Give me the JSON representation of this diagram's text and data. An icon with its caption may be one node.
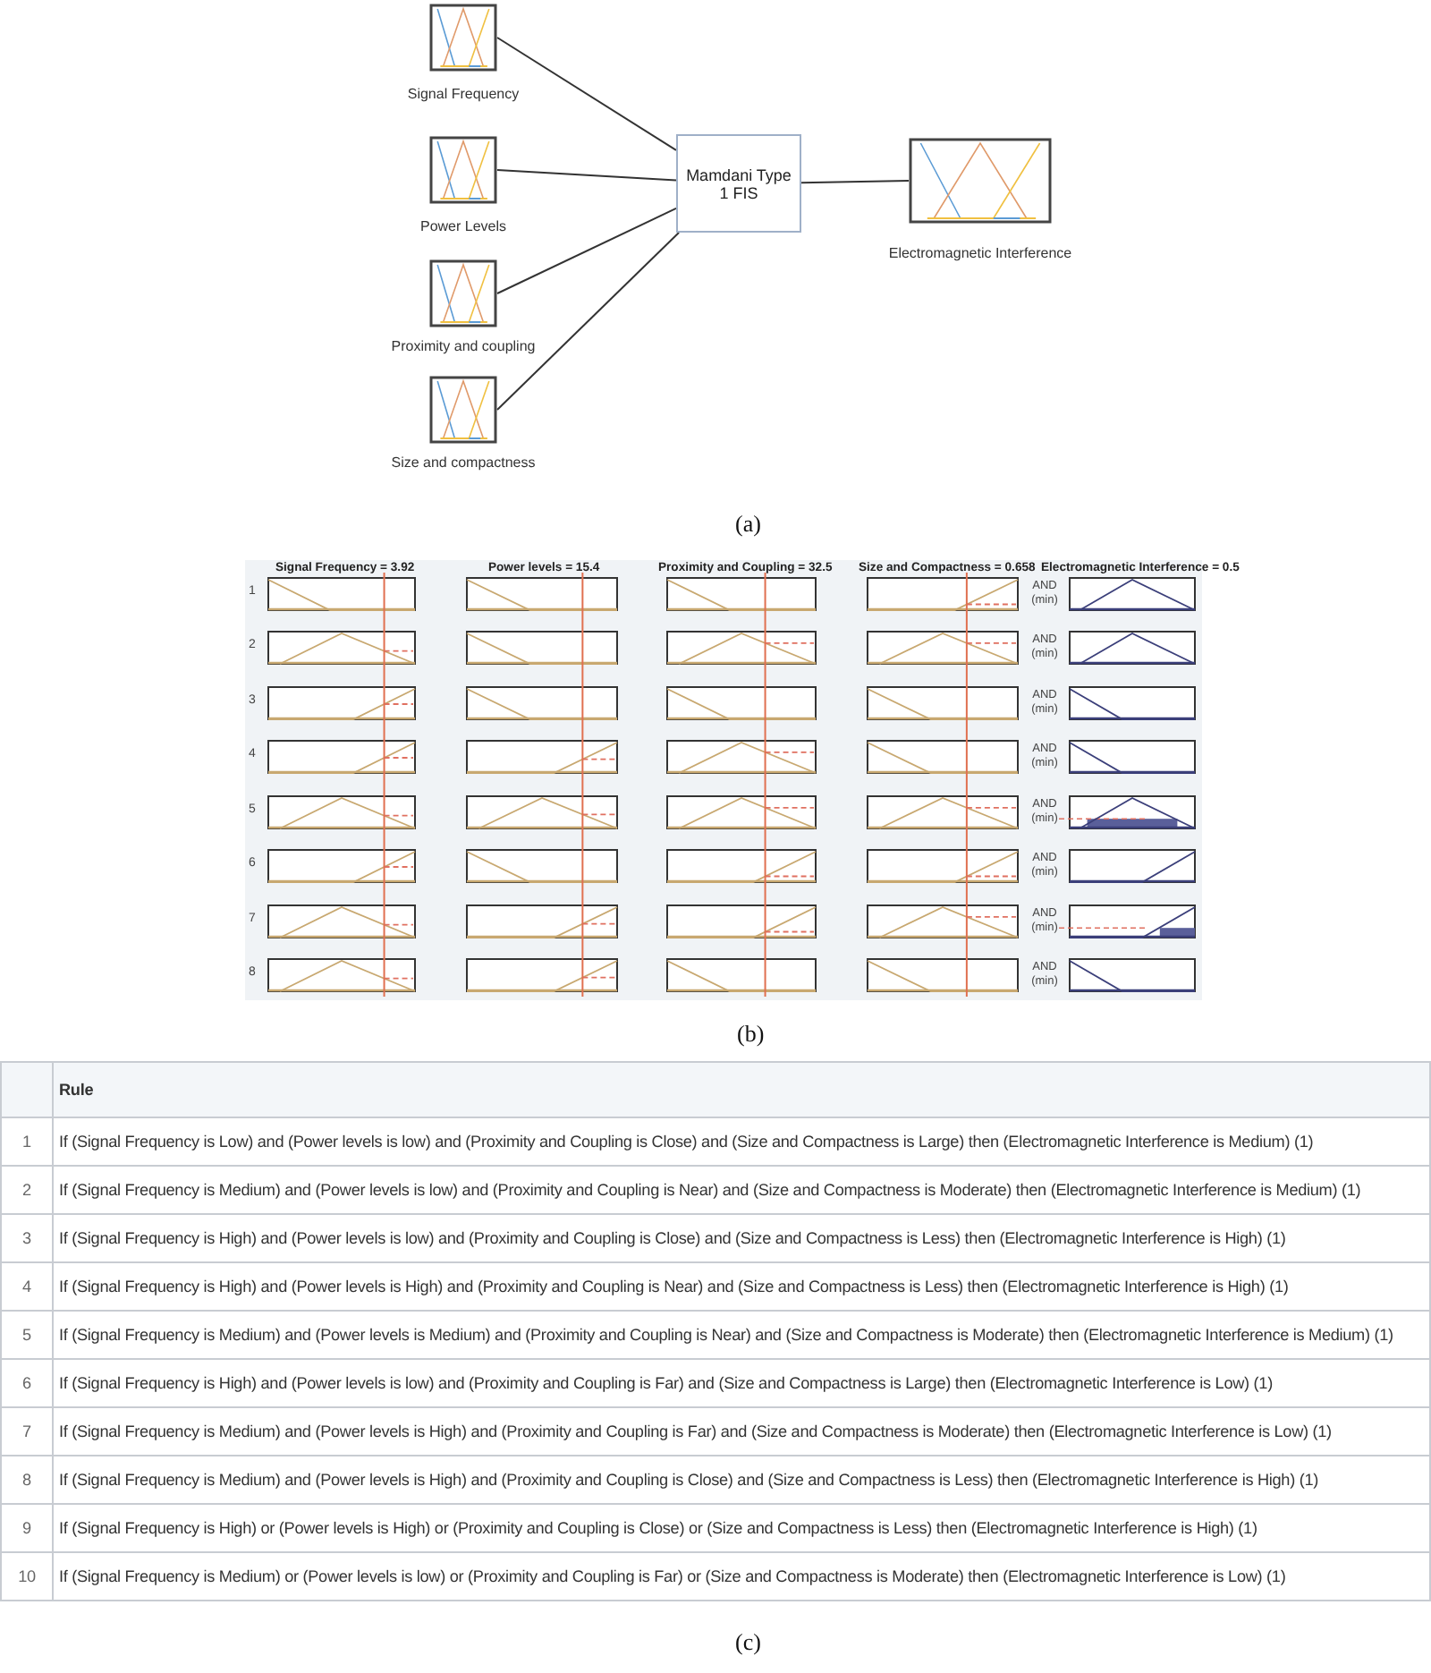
{
  "diagram": {
    "nodes": [
      {
        "text": [
          "Signal Frequency"
        ]
      },
      {
        "text": [
          "Power Levels"
        ]
      },
      {
        "text": [
          "Proximity and coupling"
        ]
      },
      {
        "text": [
          "Size and compactness"
        ]
      },
      {
        "text": [
          "Mamdani Type 1 FIS"
        ]
      },
      {
        "text": [
          "Electromagnetic Interference"
        ]
      }
    ],
    "edges": [
      {
        "from": 0,
        "to": 4,
        "arrow": "none"
      },
      {
        "from": 1,
        "to": 4,
        "arrow": "none"
      },
      {
        "from": 2,
        "to": 4,
        "arrow": "none"
      },
      {
        "from": 3,
        "to": 4,
        "arrow": "none"
      },
      {
        "from": 4,
        "to": 5,
        "arrow": "none"
      }
    ],
    "labels": [
      "(a)",
      "Signal Frequency = 3.92",
      "Power levels = 15.4",
      "Proximity and Coupling = 32.5",
      "Size and Compactness = 0.658",
      "Electromagnetic Interference = 0.5",
      "1",
      "AND (min)",
      "2",
      "AND (min)",
      "3",
      "AND (min)",
      "4",
      "AND (min)",
      "5",
      "AND (min)",
      "6",
      "AND (min)",
      "7",
      "AND (min)",
      "8",
      "AND (min)",
      "(b)",
      "Rule",
      "1",
      "If (Signal Frequency is Low) and (Power levels is low) and (Proximity and Coupling is Close) and (Size and Compactness is Large) then (Electromagnetic Interference is Medium) (1)",
      "2",
      "If (Signal Frequency is Medium) and (Power levels is low) and (Proximity and Coupling is Near) and (Size and Compactness is Moderate) then (Electromagnetic Interference is Medium) (1)",
      "3",
      "If (Signal Frequency is High) and (Power levels is low) and (Proximity and Coupling is Close) and (Size and Compactness is Less) then (Electromagnetic Interference is High) (1)",
      "4",
      "If (Signal Frequency is High) and (Power levels is High) and (Proximity and Coupling is Near) and (Size and Compactness is Less) then (Electromagnetic Interference is High) (1)",
      "5",
      "If (Signal Frequency is Medium) and (Power levels is Medium) and (Proximity and Coupling is Near) and (Size and Compactness is Moderate) then (Electromagnetic Interference is Medium) (1)",
      "6",
      "If (Signal Frequency is High) and (Power levels is low) and (Proximity and Coupling is Far) and (Size and Compactness is Large) then (Electromagnetic Interference is Low) (1)",
      "7",
      "If (Signal Frequency is Medium) and (Power levels is High) and (Proximity and Coupling is Far) and (Size and Compactness is Moderate) then (Electromagnetic Interference is Low) (1)",
      "8",
      "If (Signal Frequency is Medium) and (Power levels is High) and (Proximity and Coupling is Close) and (Size and Compactness is Less) then (Electromagnetic Interference is High) (1)",
      "9",
      "If (Signal Frequency is High) or (Power levels is High) or (Proximity and Coupling is Close) or (Size and Compactness is Less) then (Electromagnetic Interference is High) (1)",
      "10",
      "If (Signal Frequency is Medium) or (Power levels is low) or (Proximity and Coupling is Far) or (Size and Compactness is Moderate) then (Electromagnetic Interference is Low) (1)",
      "(c)"
    ]
  }
}
